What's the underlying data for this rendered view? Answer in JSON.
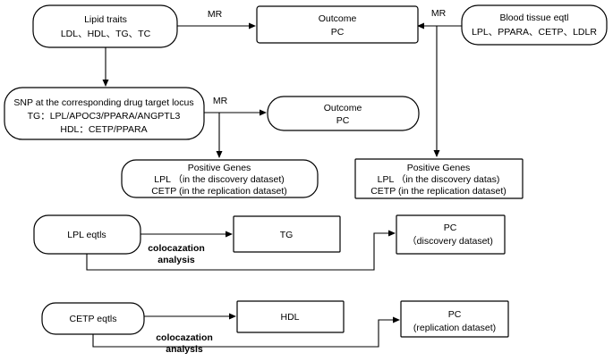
{
  "nodes": {
    "lipid_traits": {
      "lines": [
        "Lipid traits",
        "LDL、HDL、TG、TC"
      ]
    },
    "outcome_top": {
      "lines": [
        "Outcome",
        "PC"
      ]
    },
    "blood_eqtl": {
      "lines": [
        "Blood tissue eqtl",
        "LPL、PPARA、CETP、LDLR"
      ]
    },
    "snp_locus": {
      "lines": [
        "SNP at the corresponding drug target locus",
        "TG：LPL/APOC3/PPARA/ANGPTL3",
        "HDL：CETP/PPARA"
      ]
    },
    "outcome_mid": {
      "lines": [
        "Outcome",
        "PC"
      ]
    },
    "positive_genes_left": {
      "lines": [
        "Positive Genes",
        "LPL （in the discovery dataset)",
        "CETP (in the replication dataset)"
      ]
    },
    "positive_genes_right": {
      "lines": [
        "Positive Genes",
        "LPL （in the discovery datas)",
        "CETP (in the replication dataset)"
      ]
    },
    "lpl_eqtls": {
      "lines": [
        "LPL eqtls"
      ]
    },
    "tg": {
      "lines": [
        "TG"
      ]
    },
    "pc_discovery": {
      "lines": [
        "PC",
        "（discovery dataset)"
      ]
    },
    "cetp_eqtls": {
      "lines": [
        "CETP eqtls"
      ]
    },
    "hdl": {
      "lines": [
        "HDL"
      ]
    },
    "pc_replication": {
      "lines": [
        "PC",
        "(replication dataset)"
      ]
    }
  },
  "edge_labels": {
    "mr_top_left": "MR",
    "mr_top_right": "MR",
    "mr_mid": "MR",
    "coloc_1": [
      "colocazation",
      "analysis"
    ],
    "coloc_2": [
      "colocazation",
      "analysis"
    ]
  }
}
